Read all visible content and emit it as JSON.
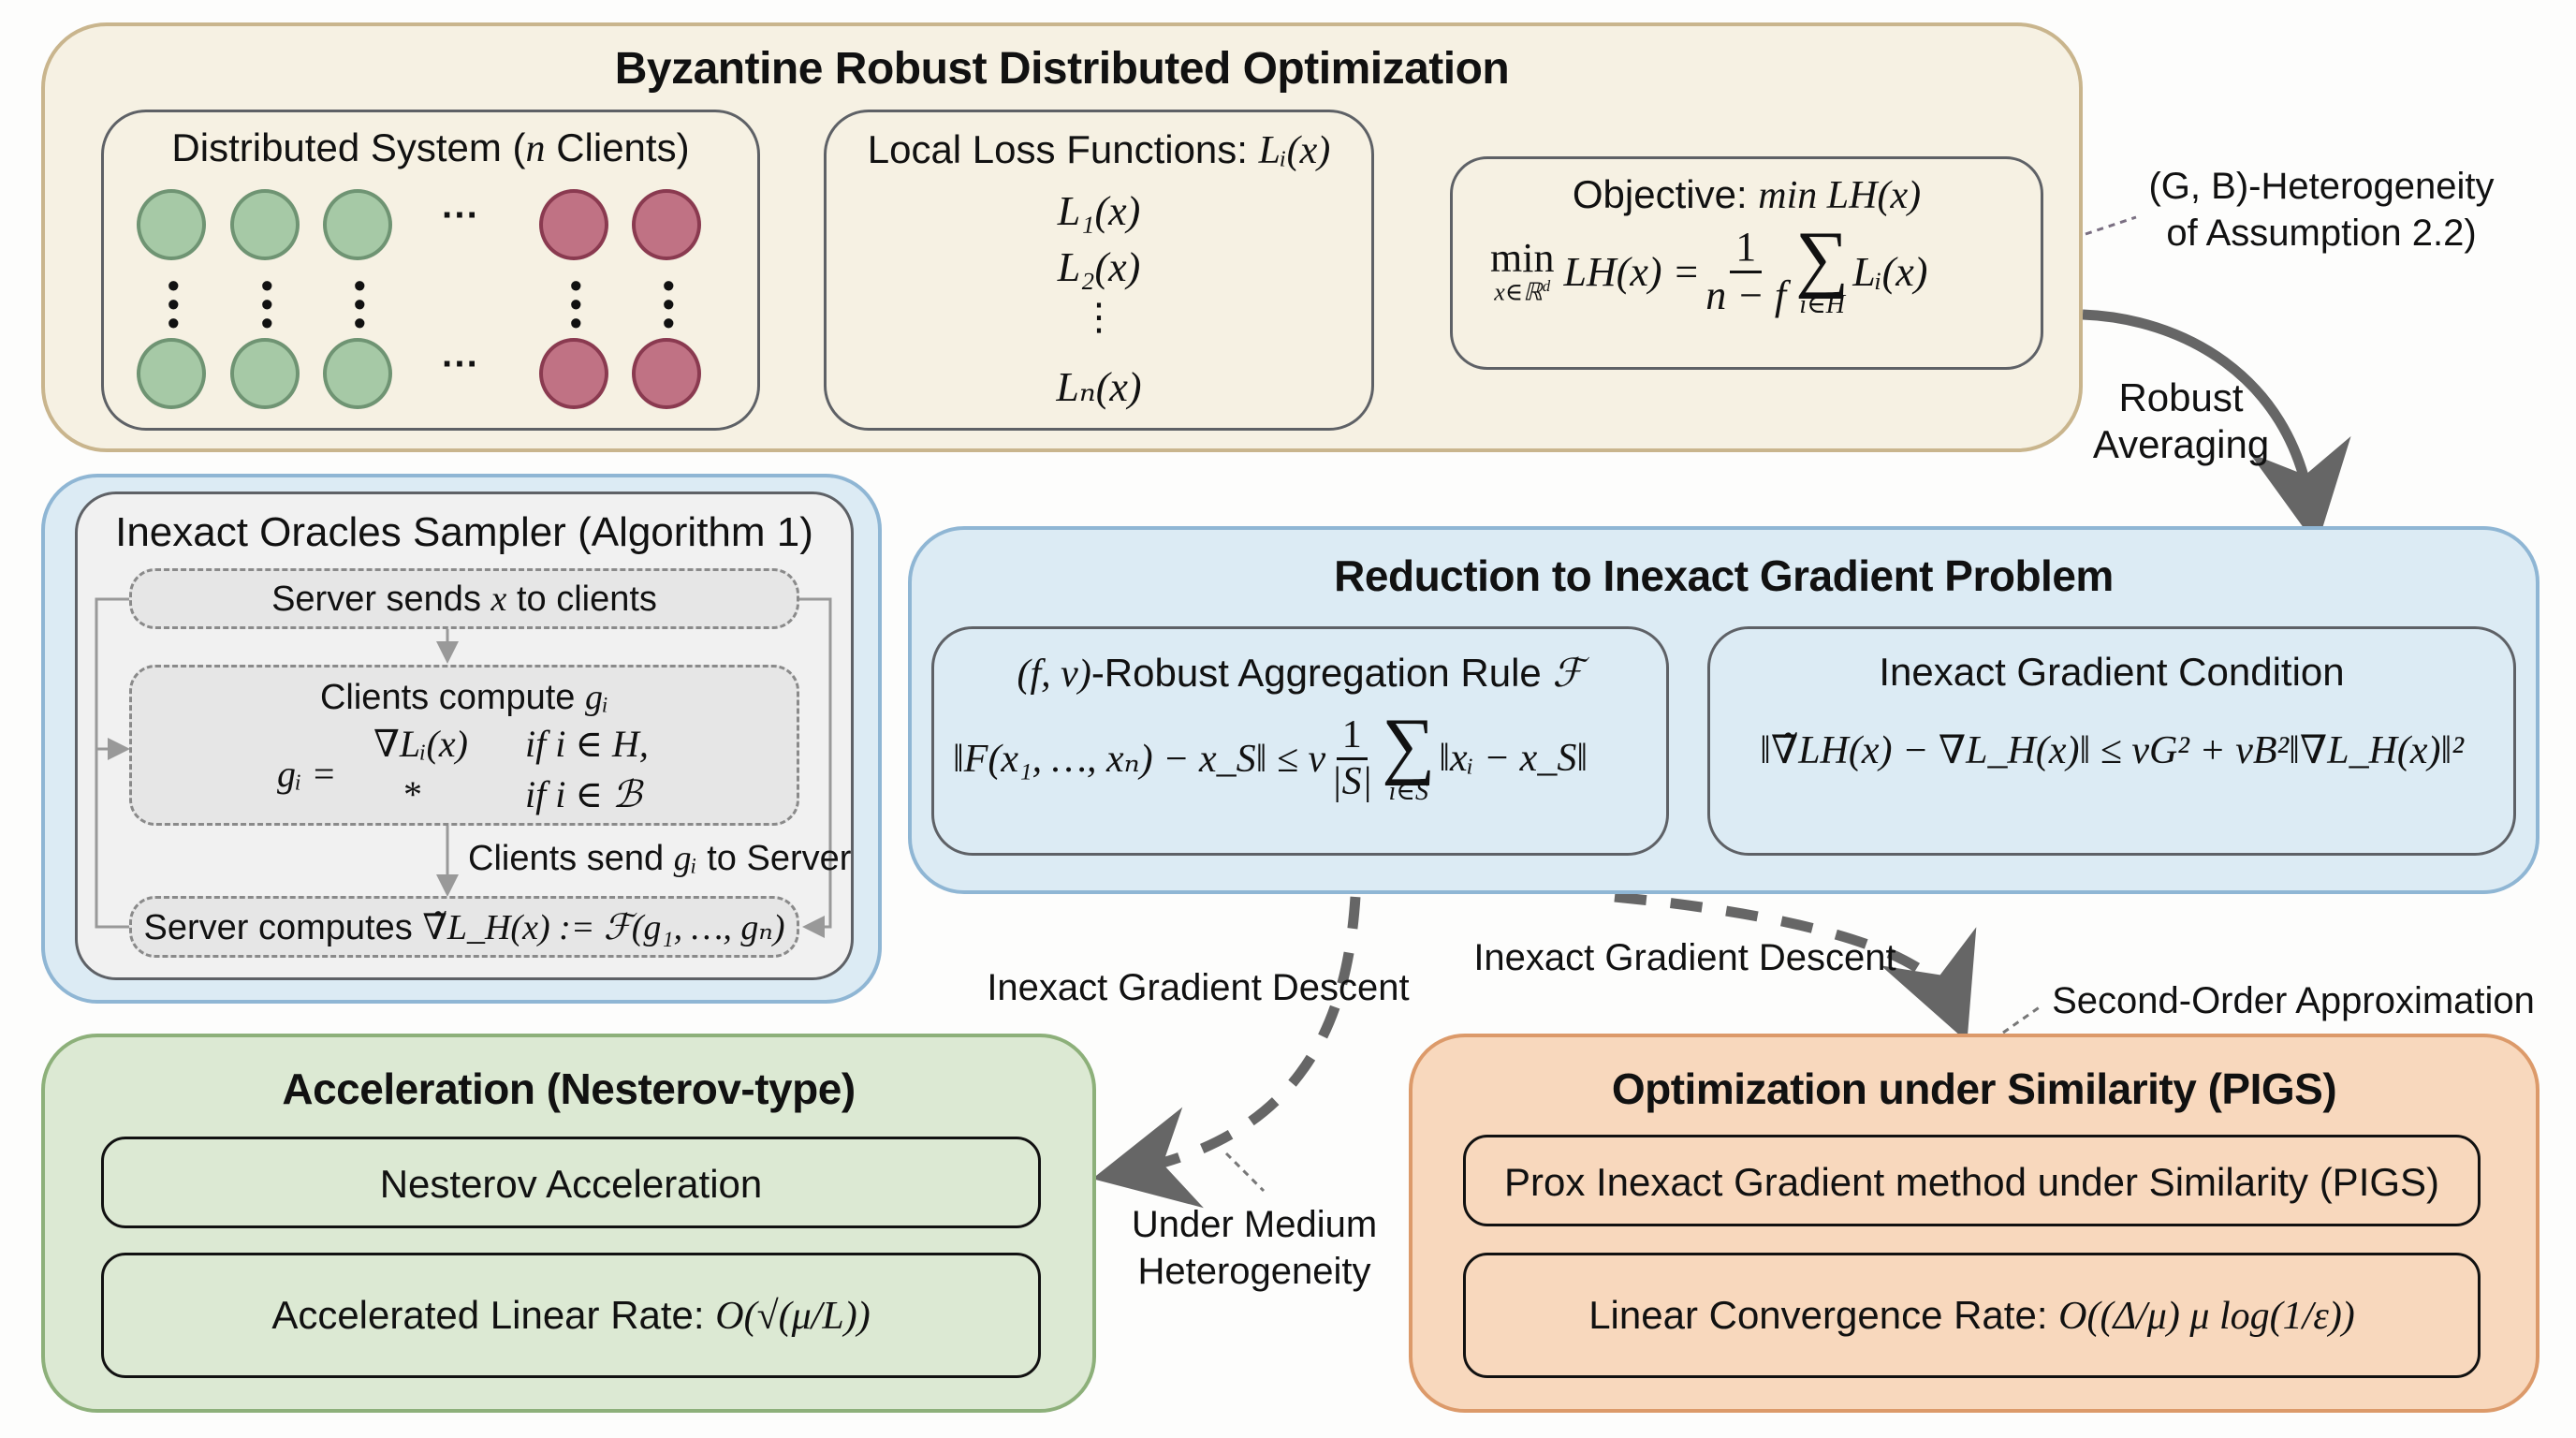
{
  "top": {
    "title": "Byzantine Robust Distributed Optimization",
    "distributed": {
      "title_prefix": "Distributed System (",
      "title_var": "n",
      "title_suffix": " Clients)",
      "honest_color": "#a6c9a6",
      "byzantine_color": "#c07284",
      "ellipsis": "···"
    },
    "local_loss": {
      "title": "Local Loss Functions: ",
      "title_math": "Lᵢ(x)",
      "items": [
        "L₁(x)",
        "L₂(x)",
        "⋮",
        "Lₙ(x)"
      ]
    },
    "objective": {
      "title": "Objective: ",
      "title_math": "min LH(x)",
      "lhs_min": "min",
      "lhs_sub": "x∈ℝ",
      "lhs_sup": "d",
      "lhs_expr": "LH(x) =",
      "frac_num": "1",
      "frac_den": "n − f",
      "sum_idx": "i∈H",
      "rhs": "Lᵢ(x)"
    }
  },
  "annotations": {
    "heterogeneity_line1": "(G, B)-Heterogeneity",
    "heterogeneity_line2": "of Assumption 2.2)",
    "robust_line1": "Robust",
    "robust_line2": "Averaging",
    "igd_left": "Inexact Gradient Descent",
    "igd_right": "Inexact Gradient Descent",
    "second_order": "Second-Order Approximation",
    "medium_line1": "Under Medium",
    "medium_line2": "Heterogeneity"
  },
  "sampler": {
    "title": "Inexact Oracles Sampler (Algorithm 1)",
    "step1_text": "Server sends ",
    "step1_var": "x",
    "step1_suffix": " to clients",
    "step2_title": "Clients compute ",
    "step2_var": "gᵢ",
    "case_lhs": "gᵢ =",
    "case1_val": "∇Lᵢ(x)",
    "case1_cond": "if i ∈ H,",
    "case2_val": "*",
    "case2_cond": "if i ∈ ℬ",
    "send_text": "Clients send ",
    "send_var": "gᵢ",
    "send_suffix": " to Server",
    "step3_text": "Server computes ",
    "step3_math": "∇̃L_H(x) := ℱ(g₁, …, gₙ)"
  },
  "reduction": {
    "title": "Reduction to Inexact Gradient Problem",
    "rule_title_math": "(f, ν)",
    "rule_title_text": "-Robust Aggregation Rule ",
    "rule_title_sym": "ℱ",
    "rule_lhs": "‖F(x₁, …, xₙ) − x_S‖ ≤ ν",
    "rule_frac_num": "1",
    "rule_frac_den": "|S|",
    "rule_sum_idx": "i∈S",
    "rule_rhs": "‖xᵢ − x_S‖",
    "cond_title": "Inexact Gradient Condition",
    "cond_expr": "‖∇̃LH(x) − ∇L_H(x)‖ ≤ νG² + νB²‖∇L_H(x)‖²"
  },
  "acceleration": {
    "title": "Acceleration (Nesterov-type)",
    "item1": "Nesterov Acceleration",
    "item2_text": "Accelerated Linear Rate: ",
    "item2_math": "O(√(μ/L))"
  },
  "pigs": {
    "title": "Optimization under Similarity (PIGS)",
    "item1": "Prox Inexact Gradient method under Similarity (PIGS)",
    "item2_text": "Linear Convergence Rate: ",
    "item2_math": "O((Δ/μ) μ log(1/ε))"
  },
  "colors": {
    "top_bg": "#f6f1e3",
    "top_border": "#c9b58d",
    "blue_bg": "#dcebf4",
    "blue_border": "#8fb6d4",
    "green_bg": "#dce9d3",
    "green_border": "#8db07a",
    "orange_bg": "#f8d8bd",
    "orange_border": "#dc9a6a",
    "arrow": "#666666"
  }
}
